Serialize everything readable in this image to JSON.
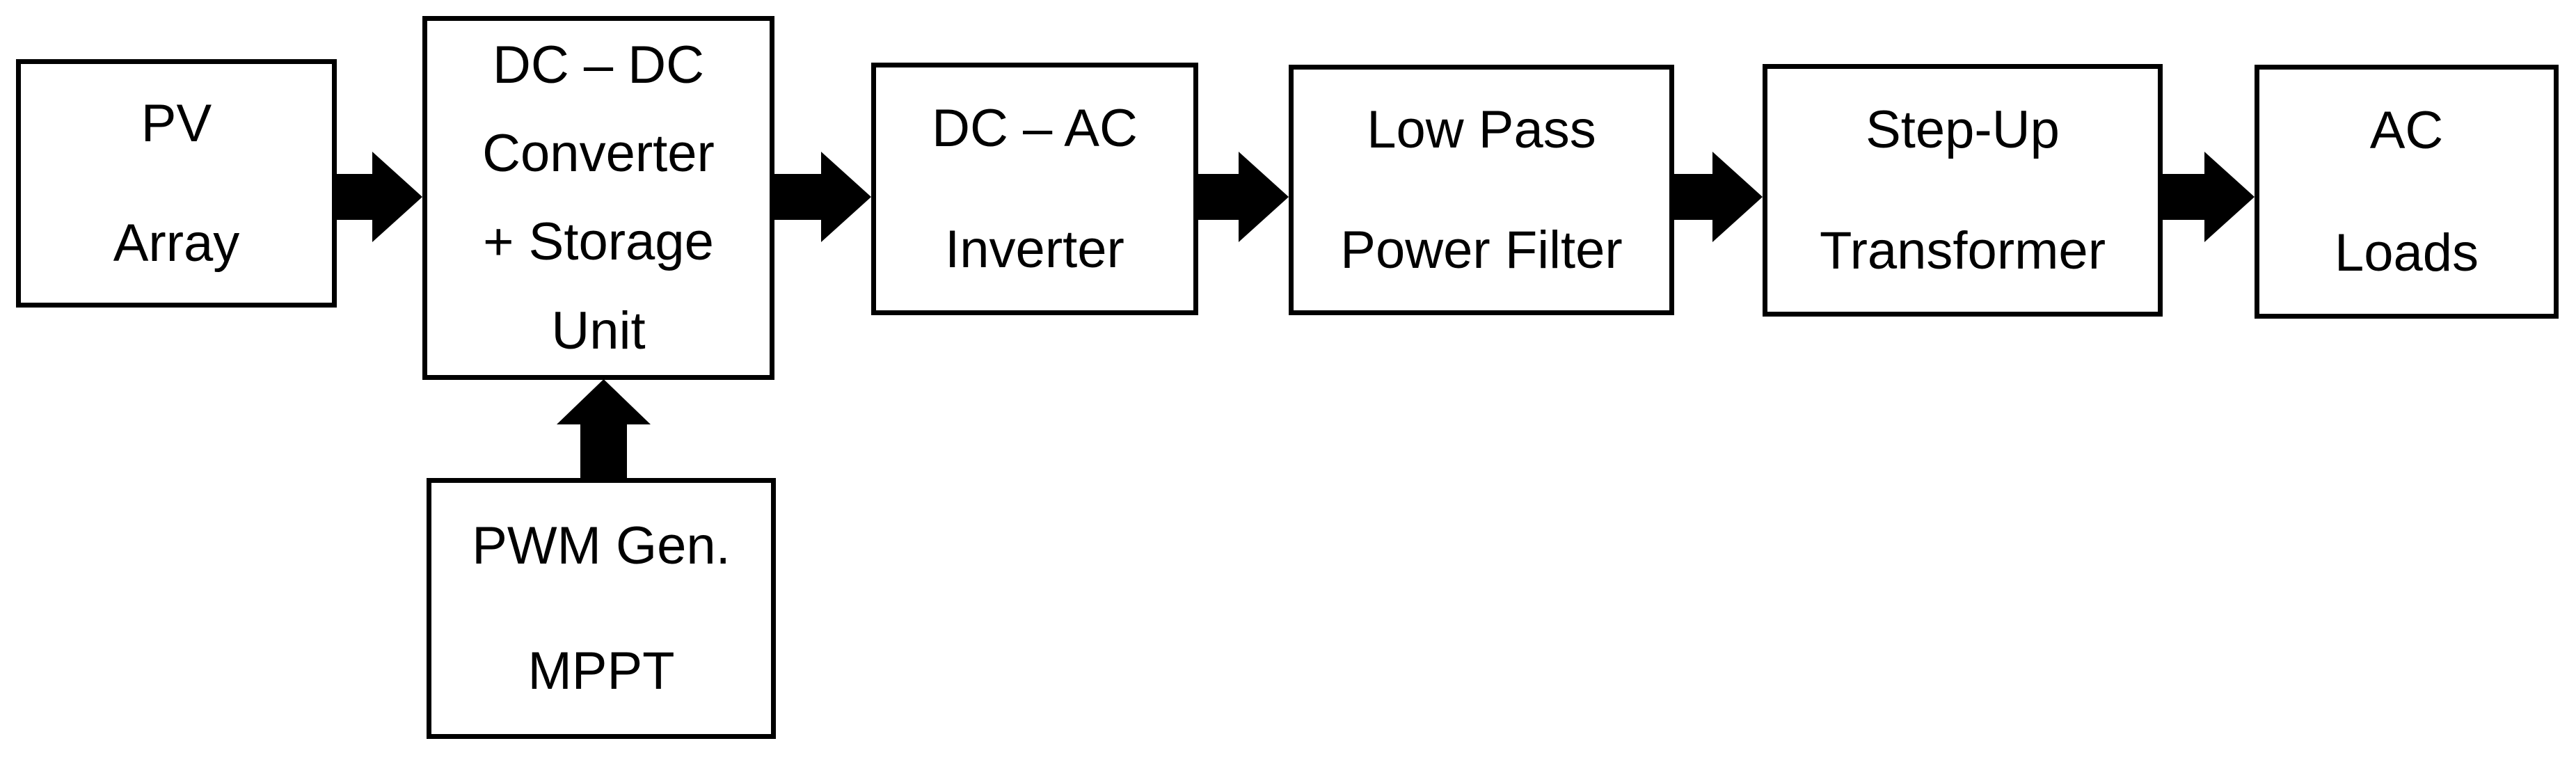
{
  "diagram": {
    "type": "block-diagram",
    "colors": {
      "line": "#000000",
      "background": "#ffffff",
      "box_fill": "#ffffff"
    },
    "blocks": [
      {
        "id": "pv-array",
        "lines": [
          "PV",
          "Array"
        ]
      },
      {
        "id": "dc-dc-converter",
        "lines": [
          "DC – DC",
          "Converter",
          "+ Storage",
          "Unit"
        ]
      },
      {
        "id": "dc-ac-inverter",
        "lines": [
          "DC – AC",
          "Inverter"
        ]
      },
      {
        "id": "low-pass-filter",
        "lines": [
          "Low Pass",
          "Power Filter"
        ]
      },
      {
        "id": "step-up-transformer",
        "lines": [
          "Step-Up",
          "Transformer"
        ]
      },
      {
        "id": "ac-loads",
        "lines": [
          "AC",
          "Loads"
        ]
      },
      {
        "id": "pwm-mppt",
        "lines": [
          "PWM Gen.",
          "MPPT"
        ]
      }
    ],
    "connections": [
      {
        "from": "pv-array",
        "to": "dc-dc-converter",
        "direction": "right"
      },
      {
        "from": "dc-dc-converter",
        "to": "dc-ac-inverter",
        "direction": "right"
      },
      {
        "from": "dc-ac-inverter",
        "to": "low-pass-filter",
        "direction": "right"
      },
      {
        "from": "low-pass-filter",
        "to": "step-up-transformer",
        "direction": "right"
      },
      {
        "from": "step-up-transformer",
        "to": "ac-loads",
        "direction": "right"
      },
      {
        "from": "pwm-mppt",
        "to": "dc-dc-converter",
        "direction": "up"
      }
    ]
  }
}
